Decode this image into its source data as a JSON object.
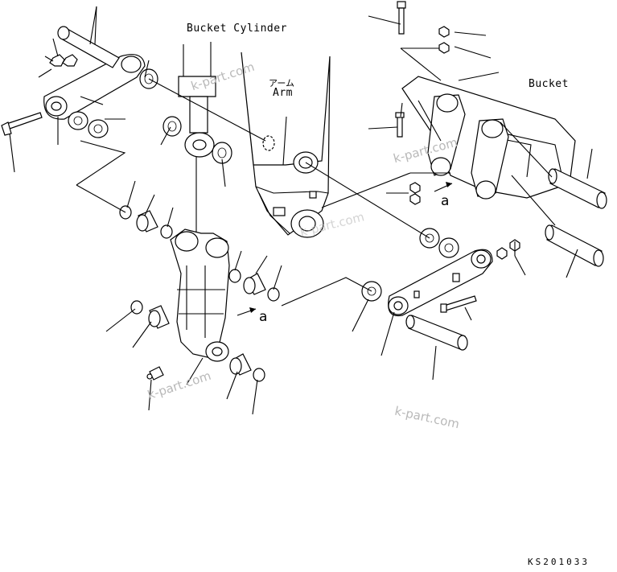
{
  "labels": {
    "bucket_cylinder": "Bucket Cylinder",
    "arm_jp": "アーム",
    "arm_en": "Arm",
    "bucket": "Bucket",
    "view_mark_left": "a",
    "view_mark_right": "a"
  },
  "watermarks": [
    "k-part.com",
    "k-part.com",
    "k-part.com",
    "k-part.com",
    "k-part.com"
  ],
  "drawing_code": "KS201033"
}
